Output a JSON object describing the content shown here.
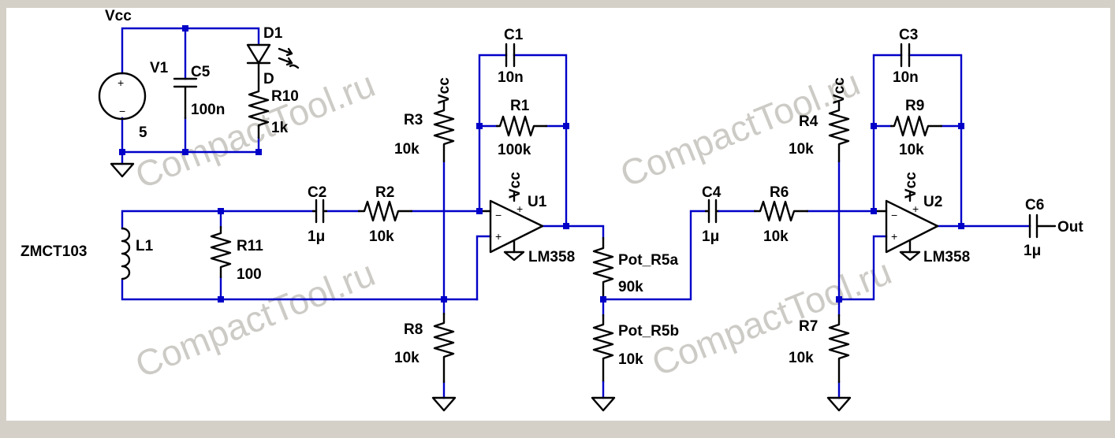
{
  "watermark": "CompactTool.ru",
  "colors": {
    "wire": "#0000c8",
    "component": "#000000",
    "background": "#d4d0c8"
  },
  "labels": {
    "vcc_top": "Vcc",
    "v1": "V1",
    "v1_val": "5",
    "c5": "C5",
    "c5_val": "100n",
    "d1": "D1",
    "d1_sub": "D",
    "r10": "R10",
    "r10_val": "1k",
    "zmct": "ZMCT103",
    "l1": "L1",
    "r11": "R11",
    "r11_val": "100",
    "c2": "C2",
    "c2_val": "1μ",
    "r2": "R2",
    "r2_val": "10k",
    "r3": "R3",
    "r3_val": "10k",
    "r3_vcc": "Vcc",
    "r8": "R8",
    "r8_val": "10k",
    "c1": "C1",
    "c1_val": "10n",
    "r1": "R1",
    "r1_val": "100k",
    "u1": "U1",
    "u1_vcc": "Vcc",
    "u1_part": "LM358",
    "pot_a": "Pot_R5a",
    "pot_a_val": "90k",
    "pot_b": "Pot_R5b",
    "pot_b_val": "10k",
    "c4": "C4",
    "c4_val": "1μ",
    "r6": "R6",
    "r6_val": "10k",
    "r4": "R4",
    "r4_val": "10k",
    "r4_vcc": "Vcc",
    "r7": "R7",
    "r7_val": "10k",
    "c3": "C3",
    "c3_val": "10n",
    "r9": "R9",
    "r9_val": "10k",
    "u2": "U2",
    "u2_vcc": "Vcc",
    "u2_part": "LM358",
    "c6": "C6",
    "c6_val": "1μ",
    "out": "Out"
  }
}
